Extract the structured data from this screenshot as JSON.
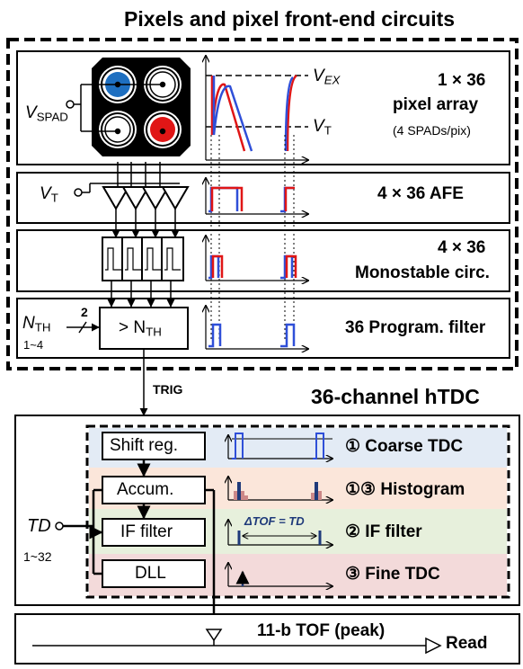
{
  "titles": {
    "pixels": "Pixels and pixel front-end circuits",
    "htdc": "36-channel hTDC"
  },
  "pixel_array": {
    "line1": "1 × 36",
    "line2": "pixel array",
    "line3": "(4 SPADs/pix)",
    "v_spad": "V",
    "v_spad_sub": "SPAD",
    "v_ex": "V",
    "v_ex_sub": "EX",
    "v_t": "V",
    "v_t_sub": "T"
  },
  "afe": {
    "label": "4 × 36 AFE",
    "v_t": "V",
    "v_t_sub": "T"
  },
  "mono": {
    "line1": "4 × 36",
    "line2": "Monostable circ."
  },
  "filter": {
    "label": "36 Program. filter",
    "n_th": "N",
    "n_th_sub": "TH",
    "bits": "2",
    "range": "1~4",
    "block_text": "> N",
    "block_sub": "TH"
  },
  "trig": "TRIG",
  "htdc": {
    "shift_reg": "Shift reg.",
    "accum": "Accum.",
    "if_filter": "IF filter",
    "dll": "DLL",
    "coarse": "① Coarse TDC",
    "histogram": "①③ Histogram",
    "if_label": "② IF filter",
    "fine": "③ Fine TDC",
    "td": "TD",
    "td_range": "1~32",
    "tof_eq": "ΔTOF = TD"
  },
  "output": {
    "tof": "11-b TOF (peak)",
    "read": "Read"
  },
  "colors": {
    "blue": "#2f4fd8",
    "red": "#e01616",
    "spad_blue": "#1e6fc0",
    "coarse_bg": "#e3ebf5",
    "hist_bg": "#fbe6da",
    "if_bg": "#e7f0dc",
    "fine_bg": "#f3dada",
    "navy": "#1f3a7a"
  }
}
